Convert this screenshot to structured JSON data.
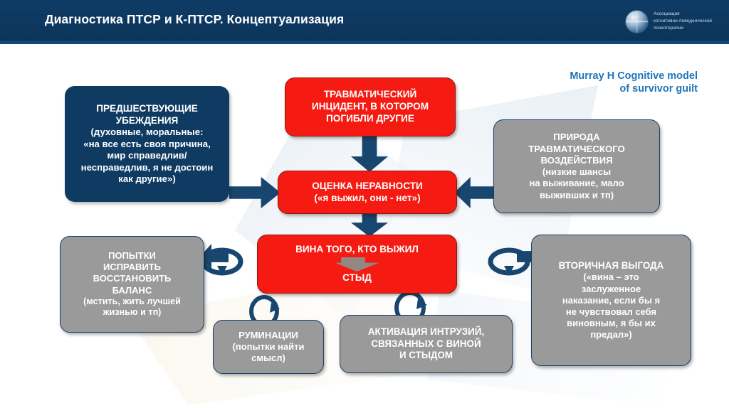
{
  "header": {
    "title": "Диагностика ПТСР и К-ПТСР. Концептуализация",
    "logo_line1": "Ассоциация",
    "logo_line2": "когнитивно-поведенческой",
    "logo_line3": "психотерапии",
    "bg_color": "#0d3a63"
  },
  "caption": {
    "line1": "Murray H Cognitive model",
    "line2": "of survivor guilt",
    "color": "#1f74b8"
  },
  "diagram": {
    "colors": {
      "navy": "#0f3a61",
      "red": "#f51b12",
      "gray": "#9a9a9a",
      "arrow": "#18466f"
    },
    "boxes": {
      "beliefs": {
        "title_line1": "ПРЕДШЕСТВУЮЩИЕ",
        "title_line2": "УБЕЖДЕНИЯ",
        "sub_line1": "(духовные, моральные:",
        "sub_line2": "«на все есть своя причина,",
        "sub_line3": "мир справедлив/",
        "sub_line4": "несправедлив, я не достоин",
        "sub_line5": "как другие»)"
      },
      "incident": {
        "line1": "ТРАВМАТИЧЕСКИЙ",
        "line2": "ИНЦИДЕНТ, В КОТОРОМ",
        "line3": "ПОГИБЛИ ДРУГИЕ"
      },
      "inequality": {
        "line1": "ОЦЕНКА НЕРАВНОСТИ",
        "line2": "(«я выжил, они - нет»)"
      },
      "guilt": {
        "line1": "ВИНА ТОГО, КТО ВЫЖИЛ",
        "line2": "СТЫД"
      },
      "nature": {
        "title_line1": "ПРИРОДА",
        "title_line2": "ТРАВМАТИЧЕСКОГО",
        "title_line3": "ВОЗДЕЙСТВИЯ",
        "sub_line1": "(низкие шансы",
        "sub_line2": "на выживание, мало",
        "sub_line3": "выживших и тп)"
      },
      "repair": {
        "title_line1": "ПОПЫТКИ",
        "title_line2": "ИСПРАВИТЬ",
        "title_line3": "ВОССТАНОВИТЬ",
        "title_line4": "БАЛАНС",
        "sub_line1": "(мстить, жить лучшей",
        "sub_line2": "жизнью и тп)"
      },
      "secondary": {
        "title": "ВТОРИЧНАЯ ВЫГОДА",
        "sub_line1": "(«вина – это",
        "sub_line2": "заслуженное",
        "sub_line3": "наказание, если бы я",
        "sub_line4": "не чувствовал себя",
        "sub_line5": "виновным, я бы их",
        "sub_line6": "предал»)"
      },
      "rumination": {
        "title": "РУМИНАЦИИ",
        "sub_line1": "(попытки найти",
        "sub_line2": "смысл)"
      },
      "intrusions": {
        "line1": "АКТИВАЦИЯ ИНТРУЗИЙ,",
        "line2": "СВЯЗАННЫХ С ВИНОЙ",
        "line3": "И СТЫДОМ"
      }
    }
  }
}
